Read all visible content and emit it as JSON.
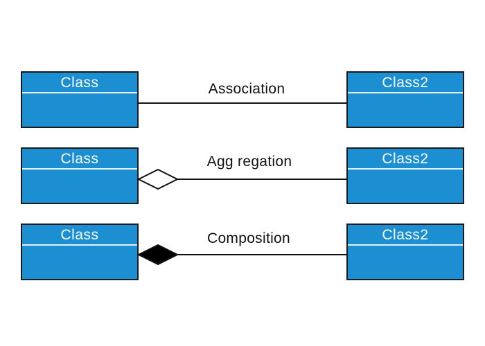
{
  "relations": [
    {
      "source_class": "Class",
      "target_class": "Class2",
      "label": "Association",
      "marker": "none"
    },
    {
      "source_class": "Class",
      "target_class": "Class2",
      "label": "Agg regation",
      "marker": "hollow-diamond"
    },
    {
      "source_class": "Class",
      "target_class": "Class2",
      "label": "Composition",
      "marker": "filled-diamond"
    }
  ],
  "colors": {
    "class_fill": "#1b8fd2",
    "class_border": "#1a1a1a",
    "class_text": "#ffffff",
    "line": "#111111"
  }
}
